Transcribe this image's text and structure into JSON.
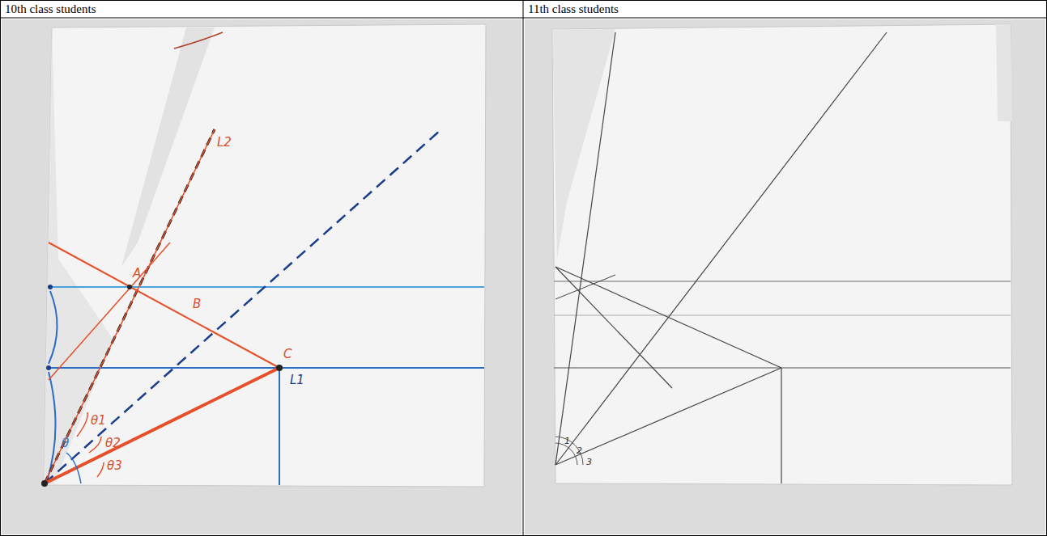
{
  "diagram": {
    "labels": [
      "10th class students",
      "11th class students",
      "L2",
      "A",
      "B",
      "C",
      "L1",
      "θ1",
      "θ2",
      "θ3",
      "θ",
      "1",
      "2",
      "3"
    ]
  }
}
